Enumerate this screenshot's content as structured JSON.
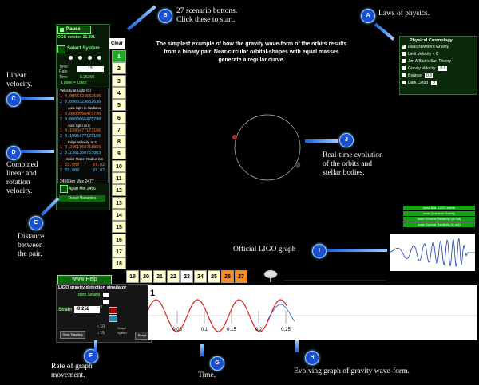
{
  "control_panel": {
    "pause_label": "Pause",
    "version": "OGS version 21.301",
    "select_system": "Select System",
    "time_label": "Time",
    "time_value": "0.25350",
    "rate_label": "Rate",
    "rate_value": "15",
    "scale_label": "1 pixel = 15km",
    "velocity_title": "Velocity at Light (C)",
    "velocity_1": "0.0965323632636",
    "velocity_2": "0.0965323632636",
    "axis_spin_title": "Axis Spin in Radians",
    "axis_spin_1": "0.0000066475790",
    "axis_spin_2": "0.0000066475790",
    "axis_spin_c_title": "Axis Spin at C",
    "axis_spin_c_1": "0.1995477173166",
    "axis_spin_c_2": "0.1995477173166",
    "edge_vel_title": "Edge Velocity at C",
    "edge_vel_1": "0.2361360753803",
    "edge_vel_2": "0.2361360753803",
    "solar_mass_label": "Solar Mass",
    "radius_label": "Radius km",
    "mass_1": "33.000",
    "radius_1": "97.02",
    "mass_2": "33.000",
    "radius_2": "97.02",
    "dist_label1": "2456",
    "dist_label2": "km  Max",
    "dist_max": "2477",
    "apart_label": "Apart  Min",
    "dist_min": "2456",
    "reset_label": "Reset Variables"
  },
  "clear_label": "Clear",
  "scenario_buttons": [
    "1",
    "2",
    "3",
    "4",
    "5",
    "6",
    "7",
    "8",
    "9",
    "10",
    "11",
    "12",
    "13",
    "14",
    "15",
    "16",
    "17",
    "18"
  ],
  "bottom_buttons": [
    "19",
    "20",
    "21",
    "22",
    "23",
    "24",
    "25",
    "26",
    "27"
  ],
  "center_text": "The simplest example of how the gravity wave-form of the orbits results from a binary pair. Near-circular orbital-shapes with equal masses generate a regular curve.",
  "physics": {
    "title": "Physical Cosmology:",
    "items": [
      {
        "label": "Isaac Newton's Gravity",
        "checked": true
      },
      {
        "label": "Limit Velocity < C",
        "checked": false
      },
      {
        "label": "Jim A Bain's Sun Theory",
        "checked": false
      },
      {
        "label": "Gravity Velocity",
        "checked": false,
        "value": "0.0"
      },
      {
        "label": "Bounce",
        "checked": false,
        "value": "0.3"
      },
      {
        "label": "Dark Cloud",
        "checked": false,
        "value": "0"
      }
    ]
  },
  "links": [
    "www Bain LIGO article",
    "www Quantum Gravity",
    "www General Relativity (is not)",
    "www Special Relativity (is not)"
  ],
  "help_label": "www Help",
  "bottom_panel": {
    "title": "LIGO gravity detection simulator",
    "both_strains": "Both Strains",
    "strain_label": "Strain",
    "strain_value": "-0.252",
    "slow_tracking": "Slow Tracking",
    "graph_label": "Graph",
    "speed_label": "Speed",
    "reset_label": "Reset",
    "rate_options": [
      "5",
      "10",
      "15"
    ]
  },
  "graph": {
    "number": "1",
    "ticks": [
      "0.05",
      "0.1",
      "0.15",
      "0.2",
      "0.25"
    ]
  },
  "annotations": {
    "b_text": "27 scenario buttons.\nClick these to start.",
    "a_text": "Laws of physics.",
    "c_text": "Linear\nvelocity.",
    "d_text": "Combined\nlinear and\nrotation\nvelocity.",
    "e_text": "Distance\nbetween\nthe pair.",
    "j_text": "Real-time evolution\nof the orbits and\nstellar bodies.",
    "i_text": "Official LIGO graph",
    "f_text": "Rate of graph\nmovement.",
    "g_text": "Time.",
    "h_text": "Evolving graph of gravity wave-form.",
    "letters": {
      "a": "A",
      "b": "B",
      "c": "C",
      "d": "D",
      "e": "E",
      "f": "F",
      "g": "G",
      "h": "H",
      "i": "I",
      "j": "J"
    }
  }
}
